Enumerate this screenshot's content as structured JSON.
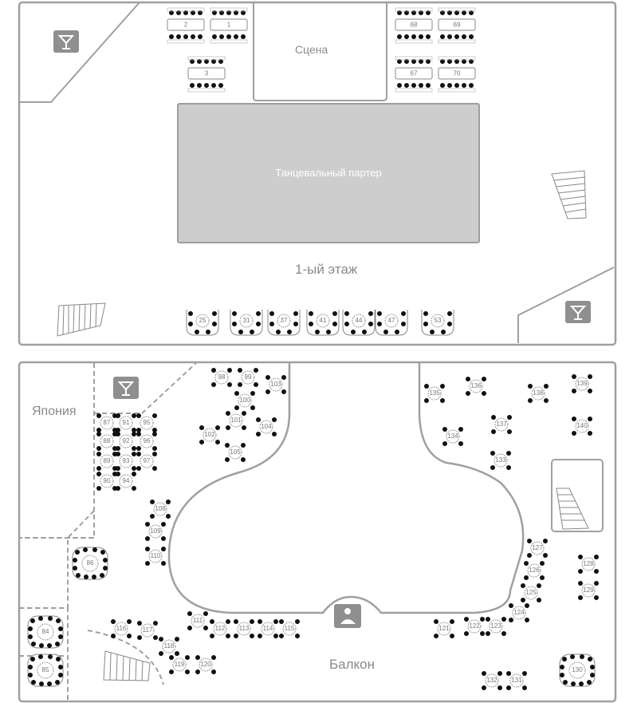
{
  "floor1": {
    "title": "1-ый этаж",
    "stage_label": "Сцена",
    "dancefloor_label": "Танцевальный партер",
    "booths": [
      "2",
      "1",
      "3",
      "68",
      "69",
      "67",
      "70"
    ],
    "sofas": [
      "25",
      "31",
      "37",
      "41",
      "44",
      "47",
      "53"
    ]
  },
  "balcony": {
    "title": "Балкон",
    "japan_label": "Япония",
    "tables": [
      "87",
      "91",
      "95",
      "88",
      "92",
      "96",
      "89",
      "93",
      "97",
      "90",
      "94",
      "98",
      "99",
      "103",
      "100",
      "101",
      "104",
      "102",
      "105",
      "108",
      "109",
      "110",
      "86",
      "84",
      "85",
      "111",
      "112",
      "113",
      "114",
      "115",
      "116",
      "117",
      "118",
      "119",
      "120",
      "121",
      "122",
      "123",
      "124",
      "125",
      "126",
      "127",
      "128",
      "129",
      "130",
      "131",
      "132",
      "133",
      "134",
      "135",
      "136",
      "137",
      "138",
      "139",
      "140"
    ]
  },
  "colors": {
    "border": "#9a9a9a",
    "fill": "#cccccc",
    "seat": "#111111",
    "icon_bg": "#8f8f8f"
  },
  "icons": [
    "bar-icon",
    "bar-icon",
    "bar-icon",
    "dj-icon",
    "stairs-icon"
  ]
}
